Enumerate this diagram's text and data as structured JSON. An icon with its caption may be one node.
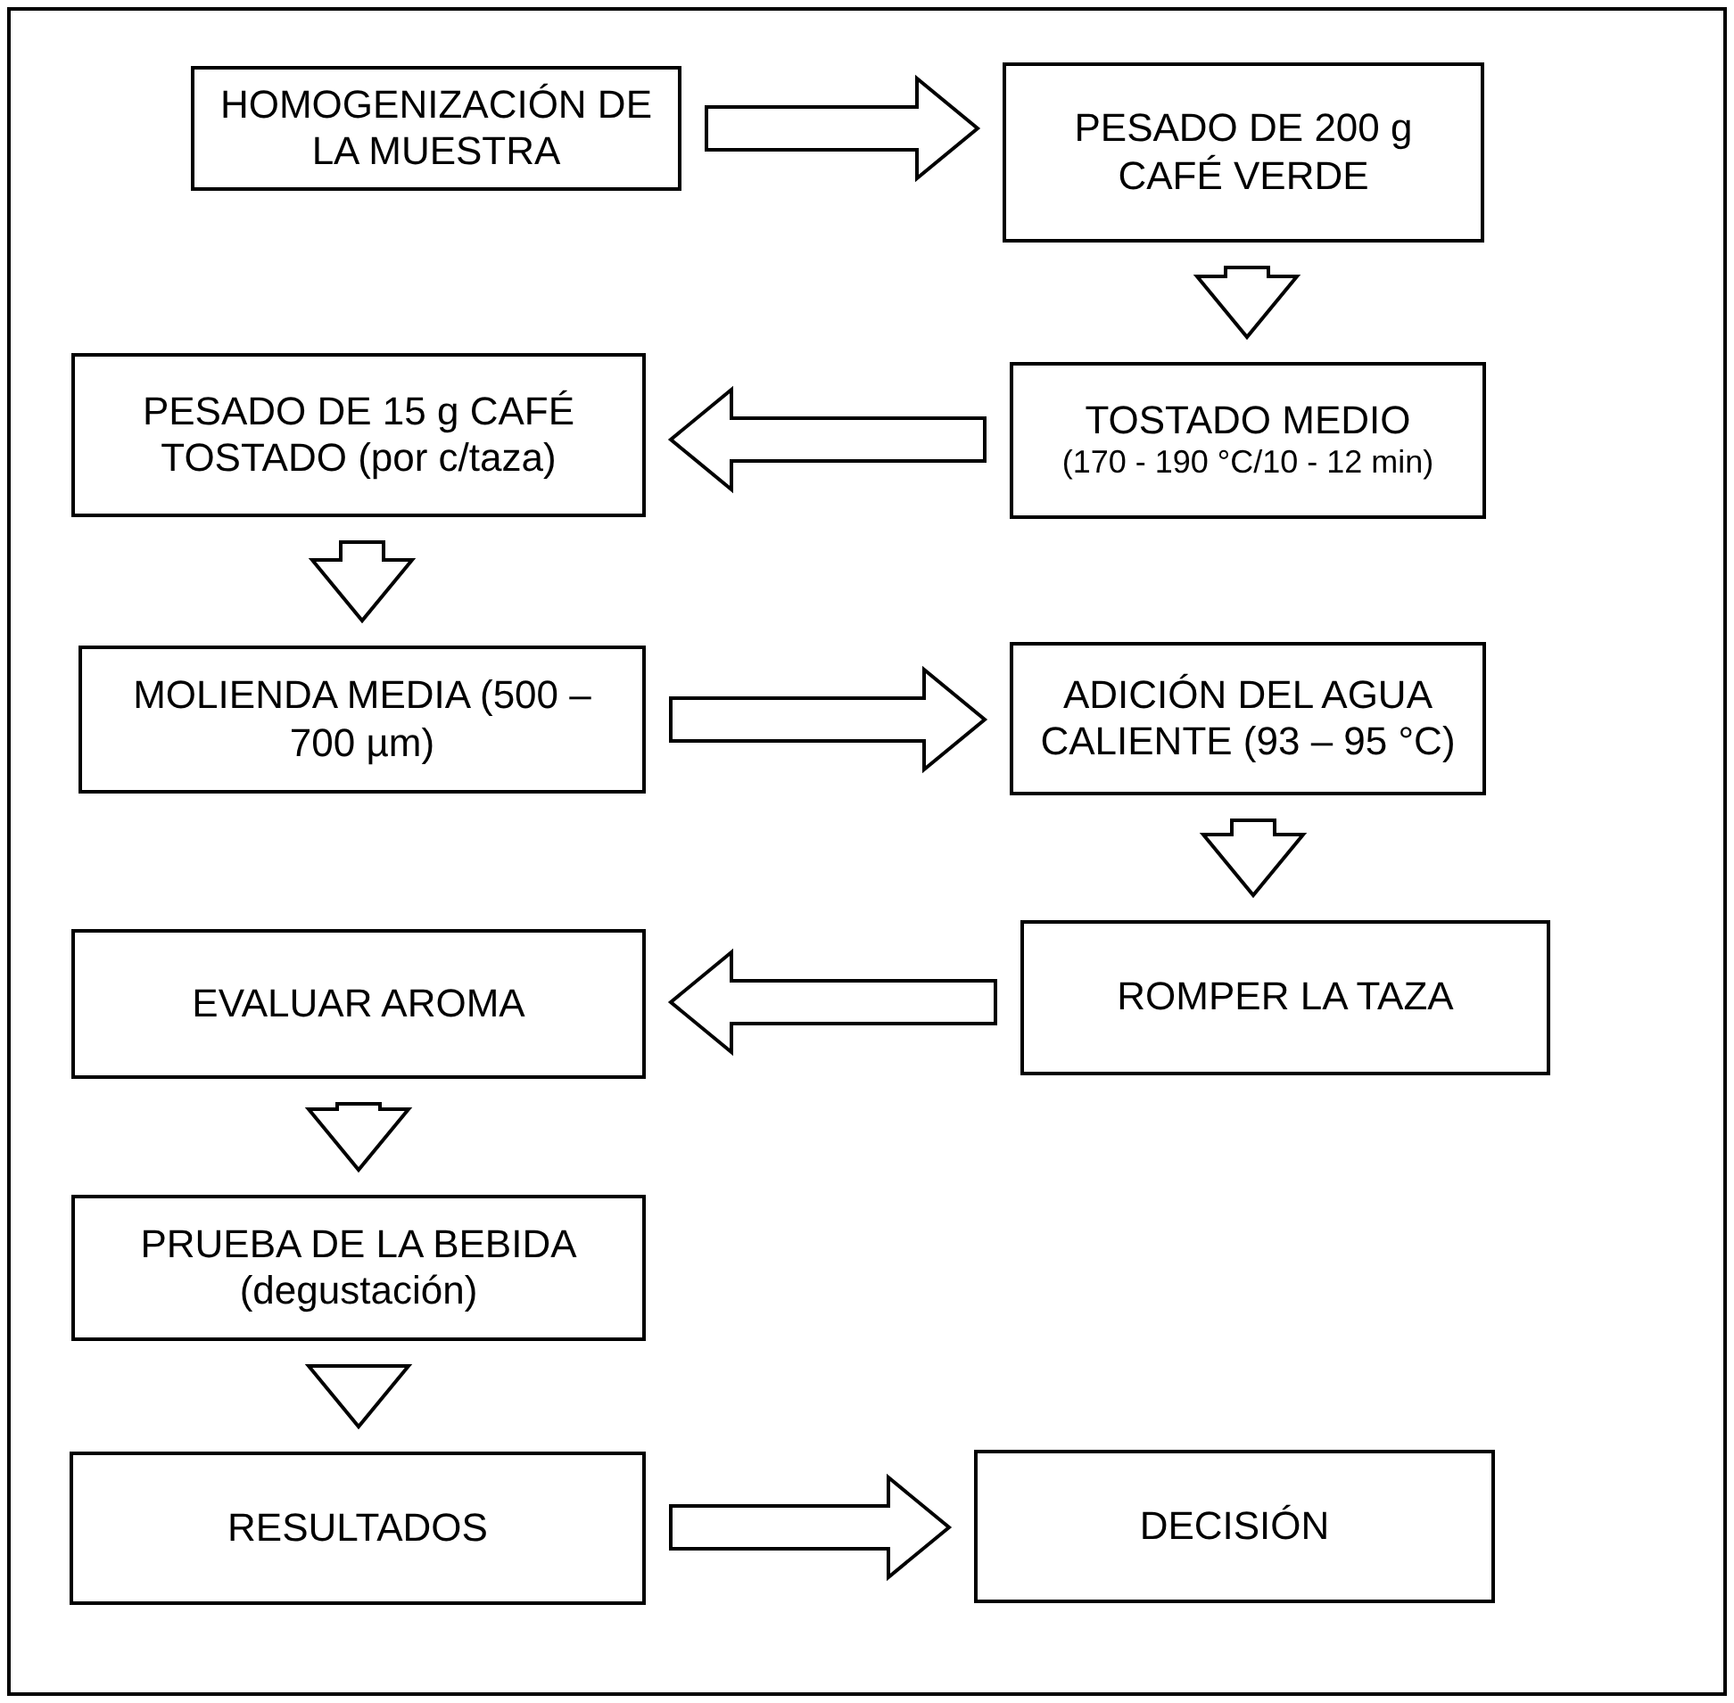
{
  "diagram": {
    "nodes": [
      {
        "text": [
          "HOMOGENIZACIÓN DE LA MUESTRA"
        ]
      },
      {
        "text": [
          "PESADO DE 200 g CAFÉ VERDE"
        ]
      },
      {
        "text": [
          "TOSTADO MEDIO",
          "(170 - 190 °C/10 - 12 min)"
        ]
      },
      {
        "text": [
          "PESADO DE 15 g CAFÉ TOSTADO (por c/taza)"
        ]
      },
      {
        "text": [
          "MOLIENDA MEDIA (500 – 700 µm)"
        ]
      },
      {
        "text": [
          "ADICIÓN DEL AGUA CALIENTE (93 – 95 °C)"
        ]
      },
      {
        "text": [
          "ROMPER LA TAZA"
        ]
      },
      {
        "text": [
          "EVALUAR AROMA"
        ]
      },
      {
        "text": [
          "PRUEBA DE LA BEBIDA (degustación)"
        ]
      },
      {
        "text": [
          "RESULTADOS"
        ]
      },
      {
        "text": [
          "DECISIÓN"
        ]
      }
    ],
    "edges": [
      {
        "from": 0,
        "to": 1,
        "arrow": "to"
      },
      {
        "from": 1,
        "to": 2,
        "arrow": "to"
      },
      {
        "from": 2,
        "to": 3,
        "arrow": "to"
      },
      {
        "from": 3,
        "to": 4,
        "arrow": "to"
      },
      {
        "from": 4,
        "to": 5,
        "arrow": "to"
      },
      {
        "from": 5,
        "to": 6,
        "arrow": "to"
      },
      {
        "from": 6,
        "to": 7,
        "arrow": "to"
      },
      {
        "from": 7,
        "to": 8,
        "arrow": "to"
      },
      {
        "from": 8,
        "to": 9,
        "arrow": "to"
      },
      {
        "from": 9,
        "to": 10,
        "arrow": "to"
      }
    ]
  }
}
